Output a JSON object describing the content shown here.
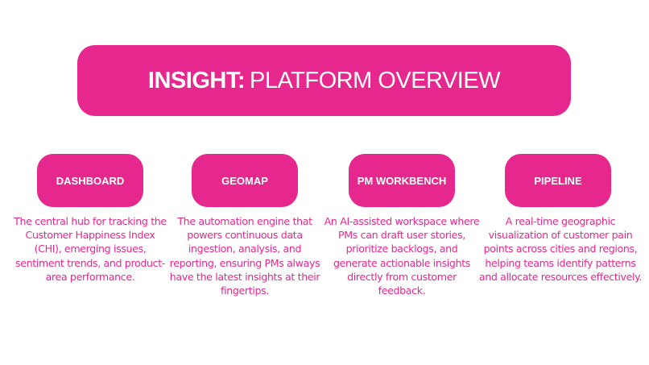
{
  "header": {
    "title_bold": "INSIGHT:",
    "title_rest": "PLATFORM OVERVIEW",
    "color": "#e6288e"
  },
  "modules": [
    {
      "label": "DASHBOARD",
      "description": "The central hub for tracking the Customer Happiness Index (CHI), emerging issues, sentiment trends, and product-area performance."
    },
    {
      "label": "GEOMAP",
      "description": "The automation engine that powers continuous data ingestion, analysis, and reporting, ensuring PMs always have the latest insights at their fingertips."
    },
    {
      "label": "PM WORKBENCH",
      "description": "An AI-assisted workspace where PMs can draft user stories, prioritize backlogs, and generate actionable insights directly from customer feedback."
    },
    {
      "label": "PIPELINE",
      "description": "A real-time geographic visualization of customer pain points across cities and regions, helping teams identify patterns and allocate resources effectively."
    }
  ]
}
